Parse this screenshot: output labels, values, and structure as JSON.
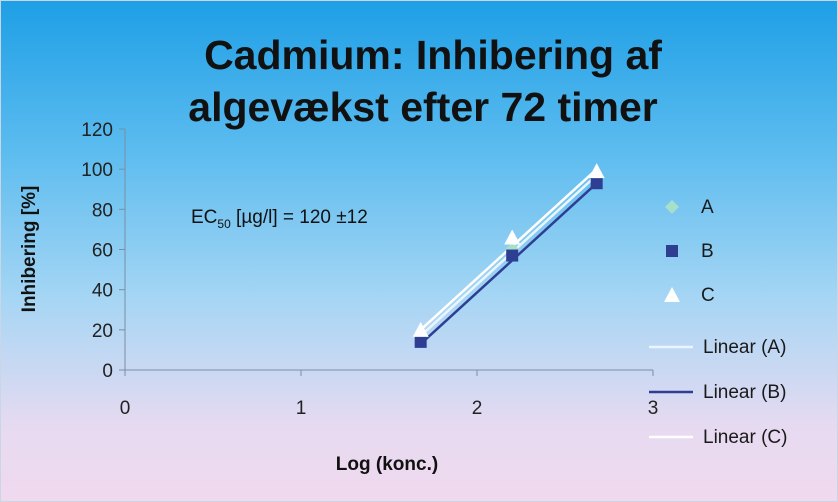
{
  "chart_data": {
    "type": "scatter",
    "title_lines": [
      "Cadmium: Inhibering af",
      "algevækst efter 72 timer"
    ],
    "xlabel": "Log (konc.)",
    "ylabel": "Inhibering [%]",
    "xlim": [
      0,
      3
    ],
    "ylim": [
      0,
      120
    ],
    "xticks": [
      0,
      1,
      2,
      3
    ],
    "yticks": [
      0,
      20,
      40,
      60,
      80,
      100,
      120
    ],
    "grid": false,
    "legend_position": "right",
    "annotation": {
      "base": "EC",
      "sub": "50",
      "rest": " [µg/l] = 120 ±12"
    },
    "series": [
      {
        "name": "A",
        "marker": "diamond",
        "color": "#a7e0c8",
        "x": [
          1.68,
          2.2,
          2.68
        ],
        "y": [
          18,
          60,
          96
        ]
      },
      {
        "name": "B",
        "marker": "square",
        "color": "#2e3e93",
        "x": [
          1.68,
          2.2,
          2.68
        ],
        "y": [
          14,
          57,
          93
        ]
      },
      {
        "name": "C",
        "marker": "triangle",
        "color": "#ffffff",
        "x": [
          1.68,
          2.2,
          2.68
        ],
        "y": [
          20,
          66,
          99
        ]
      }
    ],
    "trendlines": [
      {
        "name": "Linear (A)",
        "color": "#eaf6ff",
        "x": [
          1.68,
          2.68
        ],
        "y": [
          17,
          97
        ]
      },
      {
        "name": "Linear (B)",
        "color": "#2e3e93",
        "x": [
          1.68,
          2.68
        ],
        "y": [
          13,
          93
        ]
      },
      {
        "name": "Linear (C)",
        "color": "#ffffff",
        "x": [
          1.68,
          2.68
        ],
        "y": [
          20,
          100
        ]
      }
    ]
  }
}
